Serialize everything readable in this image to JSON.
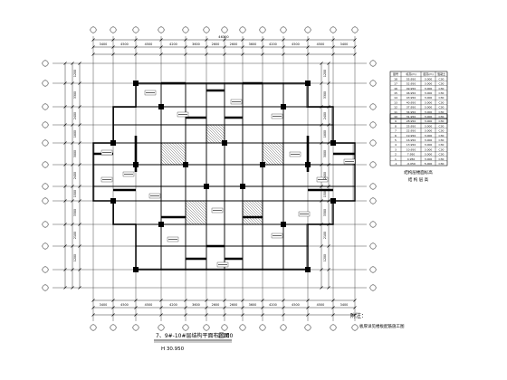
{
  "drawing": {
    "title": "7、9#-10#层结构平面布置图",
    "scale": "1:100",
    "subtitle": "H 30.950",
    "note_title": "附注：",
    "note_line": "板厚详见楼板配筋施工图",
    "top_dims": [
      "3400",
      "4500",
      "4500",
      "4200",
      "3600",
      "2600",
      "2600",
      "3600",
      "4200",
      "4500",
      "4500",
      "3400"
    ],
    "top_total": "46300",
    "bottom_dims": [
      "3400",
      "4500",
      "4500",
      "4200",
      "3600",
      "2600",
      "2600",
      "3600",
      "4200",
      "4500",
      "4500",
      "3400"
    ],
    "left_dims": [
      "1200",
      "3300",
      "2400",
      "1800",
      "3000",
      "2400",
      "1500",
      "3300",
      "2100",
      "1200"
    ],
    "right_dims": [
      "1200",
      "3300",
      "2400",
      "1800",
      "3000",
      "2400",
      "1500",
      "3300",
      "2100",
      "1200"
    ]
  },
  "table": {
    "headers": [
      "层号",
      "标高(m)",
      "层高(m)",
      "混凝土"
    ],
    "rows": [
      [
        "18",
        "55.950",
        "3.000",
        "C30"
      ],
      [
        "17",
        "52.950",
        "3.000",
        "C30"
      ],
      [
        "16",
        "49.950",
        "3.000",
        "C30"
      ],
      [
        "15",
        "46.950",
        "3.000",
        "C30"
      ],
      [
        "14",
        "43.950",
        "3.000",
        "C30"
      ],
      [
        "13",
        "40.950",
        "3.000",
        "C30"
      ],
      [
        "12",
        "37.950",
        "3.000",
        "C30"
      ],
      [
        "11",
        "34.950",
        "3.000",
        "C30"
      ],
      [
        "10",
        "31.950",
        "3.000",
        "C30"
      ],
      [
        "9",
        "28.950",
        "3.000",
        "C30"
      ],
      [
        "8",
        "25.950",
        "3.000",
        "C30"
      ],
      [
        "7",
        "22.950",
        "3.000",
        "C30"
      ],
      [
        "6",
        "19.950",
        "3.000",
        "C30"
      ],
      [
        "5",
        "16.950",
        "3.000",
        "C30"
      ],
      [
        "4",
        "13.950",
        "3.000",
        "C30"
      ],
      [
        "3",
        "10.950",
        "3.000",
        "C30"
      ],
      [
        "2",
        "7.950",
        "3.000",
        "C30"
      ],
      [
        "1",
        "4.950",
        "3.000",
        "C30"
      ],
      [
        "-1",
        "-0.050",
        "5.000",
        "C30"
      ]
    ],
    "caption": "结构层楼面标高",
    "caption2": "结 构 层 高"
  },
  "colors": {
    "line": "#000000",
    "background": "#ffffff"
  }
}
